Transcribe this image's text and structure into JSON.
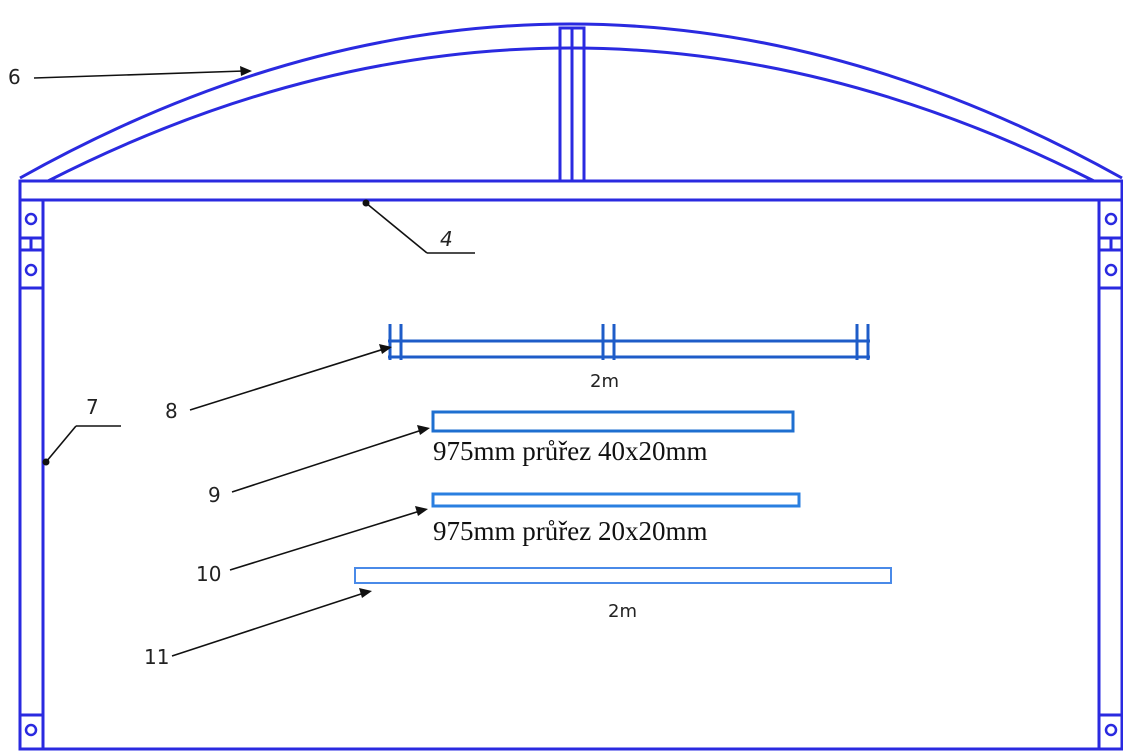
{
  "colors": {
    "frame": "#2a2ae0",
    "part8": "#1e5cc8",
    "part9": "#1e6fd0",
    "part10": "#2a7fe0",
    "part11": "#4a8ae8",
    "leader": "#111111"
  },
  "callouts": {
    "arch": "6",
    "beam": "4",
    "post": "7",
    "ladder": "8",
    "bar40": "9",
    "bar20": "10",
    "bar_long": "11"
  },
  "dimensions": {
    "ladder_length": "2m",
    "bar40_spec": "975mm průřez 40x20mm",
    "bar20_spec": "975mm průřez 20x20mm",
    "bar_long_length": "2m"
  }
}
